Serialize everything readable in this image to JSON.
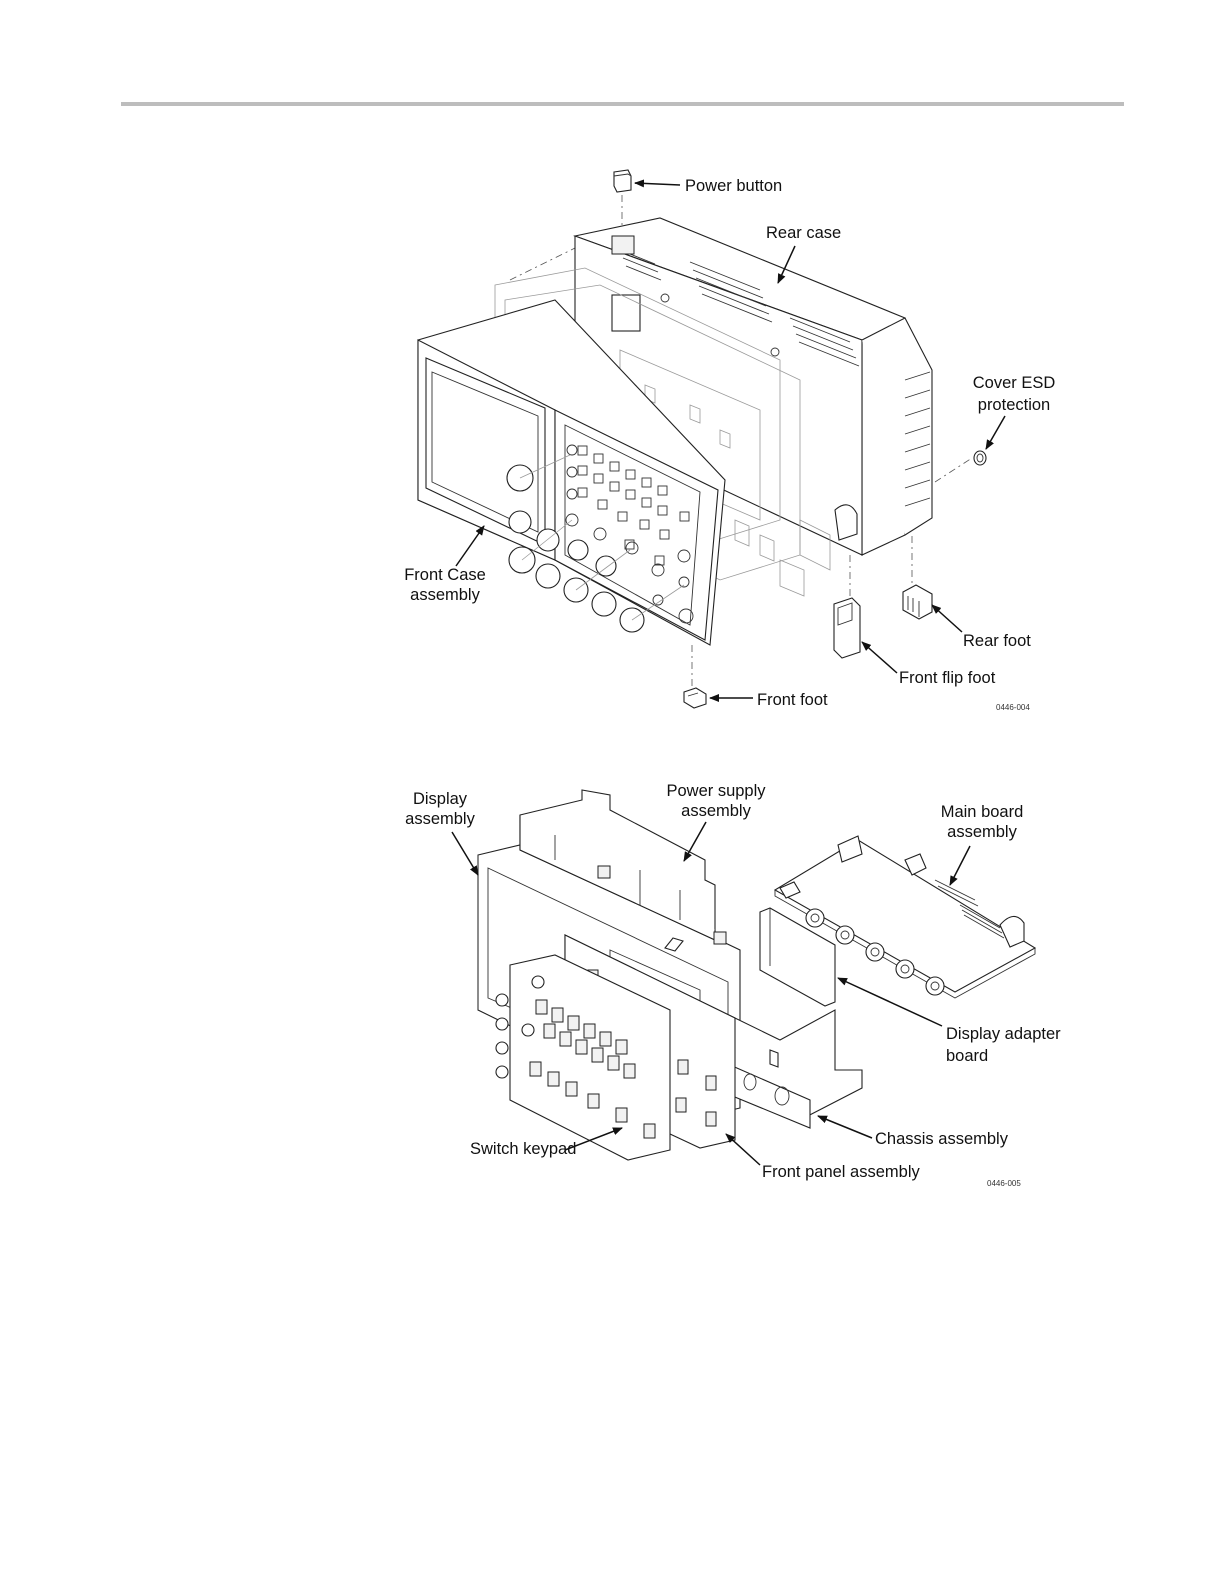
{
  "figure_top": {
    "labels": {
      "power_button": "Power button",
      "rear_case": "Rear case",
      "cover_esd_line1": "Cover ESD",
      "cover_esd_line2": "protection",
      "front_case_line1": "Front Case",
      "front_case_line2": "assembly",
      "rear_foot": "Rear foot",
      "front_flip_foot": "Front flip foot",
      "front_foot": "Front foot"
    },
    "figure_code": "0446-004"
  },
  "figure_bottom": {
    "labels": {
      "display_line1": "Display",
      "display_line2": "assembly",
      "power_supply_line1": "Power supply",
      "power_supply_line2": "assembly",
      "main_board_line1": "Main board",
      "main_board_line2": "assembly",
      "display_adapter_line1": "Display adapter",
      "display_adapter_line2": "board",
      "chassis": "Chassis assembly",
      "switch_keypad": "Switch keypad",
      "front_panel": "Front panel assembly"
    },
    "figure_code": "0446-005"
  },
  "colors": {
    "line": "#1a1a1a",
    "header_rule": "#bdbdbd"
  }
}
